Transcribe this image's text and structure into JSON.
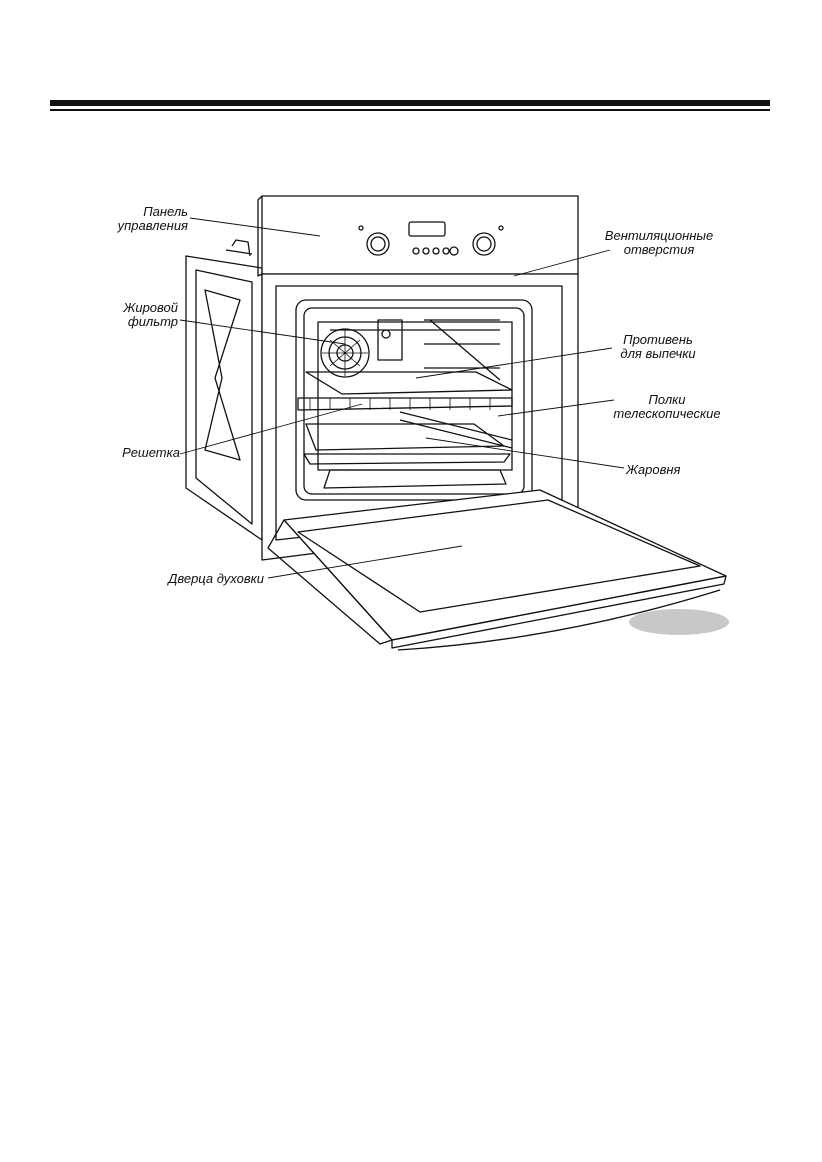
{
  "labels": {
    "control_panel": [
      "Панель",
      "управления"
    ],
    "vents": [
      "Вентиляционные",
      "отверстия"
    ],
    "grease_filter": [
      "Жировой",
      "фильтр"
    ],
    "baking_tray": [
      "Противень",
      "для выпечки"
    ],
    "shelves": [
      "Полки",
      "телескопические"
    ],
    "rack": "Решетка",
    "roasting_pan": "Жаровня",
    "oven_door": "Дверца духовки"
  },
  "colors": {
    "ink": "#111111",
    "badge": "#c8c8c8"
  }
}
